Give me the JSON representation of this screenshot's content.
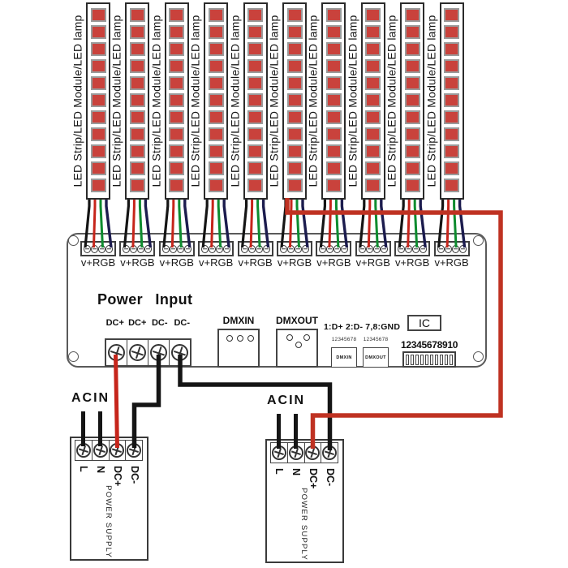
{
  "strips": {
    "count": 10,
    "led_count": 11,
    "label": "LED Strip/LED Module/LED lamp"
  },
  "connectors": {
    "count": 10,
    "label": "v+RGB"
  },
  "controller": {
    "power_input_label": "Power Input",
    "dc_terminals": [
      "DC+",
      "DC+",
      "DC-",
      "DC-"
    ],
    "dmxin_label": "DMXIN",
    "dmxout_label": "DMXOUT",
    "pin_note": "1:D+ 2:D- 7,8:GND",
    "port_in_digits": "12345678",
    "port_out_digits": "12345678",
    "port_in_label": "DMXIN",
    "port_out_label": "DMXOUT",
    "ic_label": "IC",
    "dip_numbers": "12345678910",
    "dip_count": 10
  },
  "power_supplies": [
    {
      "acin": "ACIN",
      "terminals": [
        "L",
        "N",
        "DC+",
        "DC-"
      ],
      "body": "POWER SUPPLY"
    },
    {
      "acin": "ACIN",
      "terminals": [
        "L",
        "N",
        "DC+",
        "DC-"
      ],
      "body": "POWER SUPPLY"
    }
  ],
  "colors": {
    "led_fill": "#c9423c",
    "led_border": "#9a9a9a",
    "wire_black": "#151515",
    "wire_red": "#c6251b",
    "wire_green": "#0e8c2f",
    "wire_blue": "#1c1c4e",
    "bus_red": "#bf3222"
  }
}
